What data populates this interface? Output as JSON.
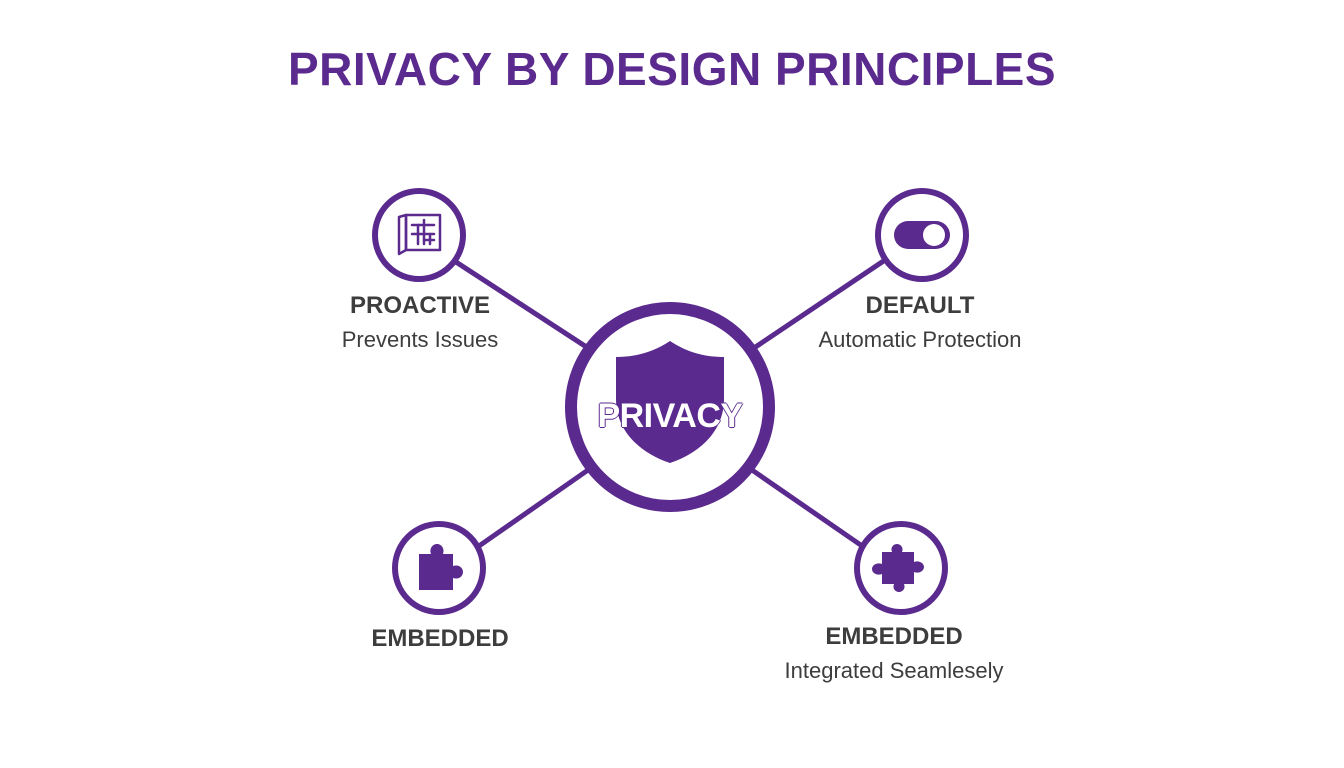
{
  "title": "PRIVACY BY DESIGN PRINCIPLES",
  "colors": {
    "primary": "#5b2a8e",
    "text": "#3d3d3d",
    "background": "#ffffff"
  },
  "center": {
    "label": "PRIVACY",
    "icon": "shield-icon"
  },
  "nodes": {
    "top_left": {
      "heading": "PROACTIVE",
      "subtitle": "Prevents Issues",
      "icon": "blueprint-icon"
    },
    "top_right": {
      "heading": "DEFAULT",
      "subtitle": "Automatic Protection",
      "icon": "toggle-switch-icon"
    },
    "bottom_left": {
      "heading": "EMBEDDED",
      "icon": "puzzle-piece-icon"
    },
    "bottom_right": {
      "heading": "EMBEDDED",
      "subtitle": "Integrated Seamlesely",
      "icon": "puzzle-piece-icon"
    }
  }
}
